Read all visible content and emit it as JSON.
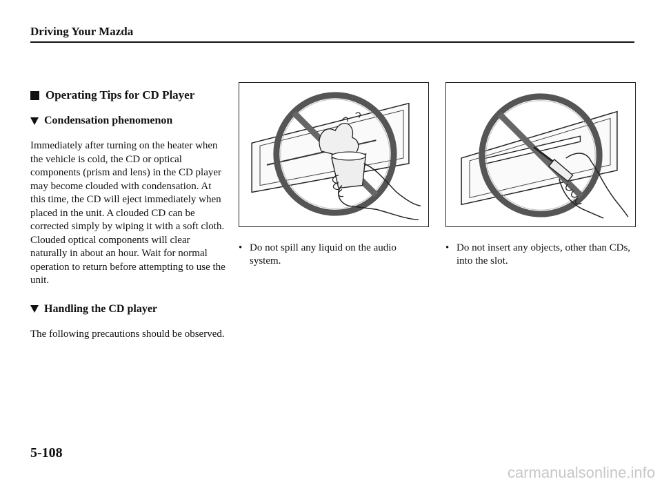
{
  "header": {
    "title": "Driving Your Mazda"
  },
  "section": {
    "title": "Operating Tips for CD Player",
    "subsections": [
      {
        "title": "Condensation phenomenon",
        "body": "Immediately after turning on the heater when the vehicle is cold, the CD or optical components (prism and lens) in the CD player may become clouded with condensation. At this time, the CD will eject immediately when placed in the unit. A clouded CD can be corrected simply by wiping it with a soft cloth. Clouded optical components will clear naturally in about an hour. Wait for normal operation to return before attempting to use the unit."
      },
      {
        "title": "Handling the CD player",
        "body": "The following precautions should be observed."
      }
    ]
  },
  "figures": [
    {
      "caption": "Do not spill any liquid on the audio system.",
      "icon": "no-liquid-icon"
    },
    {
      "caption": "Do not insert any objects, other than CDs, into the slot.",
      "icon": "no-objects-icon"
    }
  ],
  "bullet": "•",
  "footer": {
    "page_number": "5-108"
  },
  "watermark": "carmanualsonline.info"
}
